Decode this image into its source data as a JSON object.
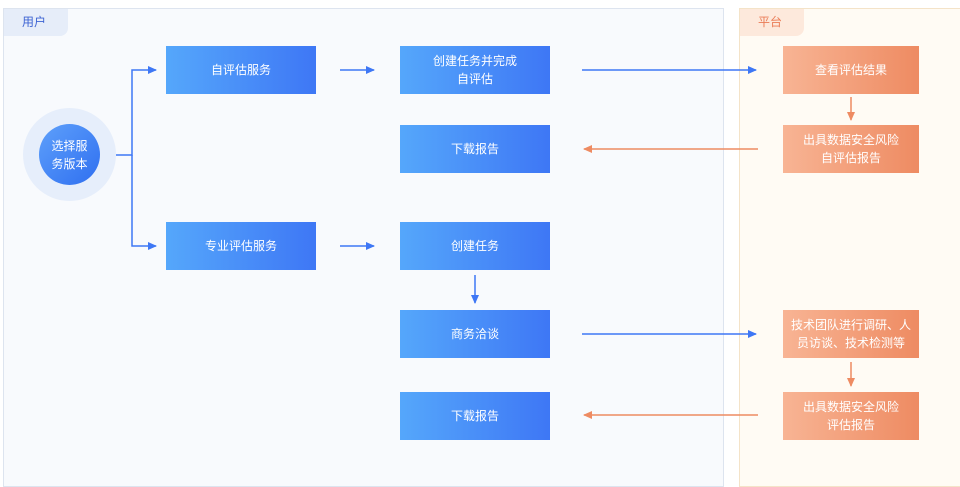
{
  "lanes": {
    "user": "用户",
    "platform": "平台"
  },
  "start": "选择服\n务版本",
  "user_flow": {
    "self_service": "自评估服务",
    "pro_service": "专业评估服务",
    "create_and_complete": "创建任务并完成\n自评估",
    "download_self": "下载报告",
    "create_task": "创建任务",
    "negotiation": "商务洽谈",
    "download_pro": "下载报告"
  },
  "platform_flow": {
    "view_results": "查看评估结果",
    "self_report": "出具数据安全风险\n自评估报告",
    "tech_research": "技术团队进行调研、人\n员访谈、技术检测等",
    "pro_report": "出具数据安全风险\n评估报告"
  },
  "colors": {
    "blue": "#3e77f5",
    "orange": "#ee8b62",
    "user_lane": "#f8fafd",
    "platform_lane": "#fffbf4"
  }
}
